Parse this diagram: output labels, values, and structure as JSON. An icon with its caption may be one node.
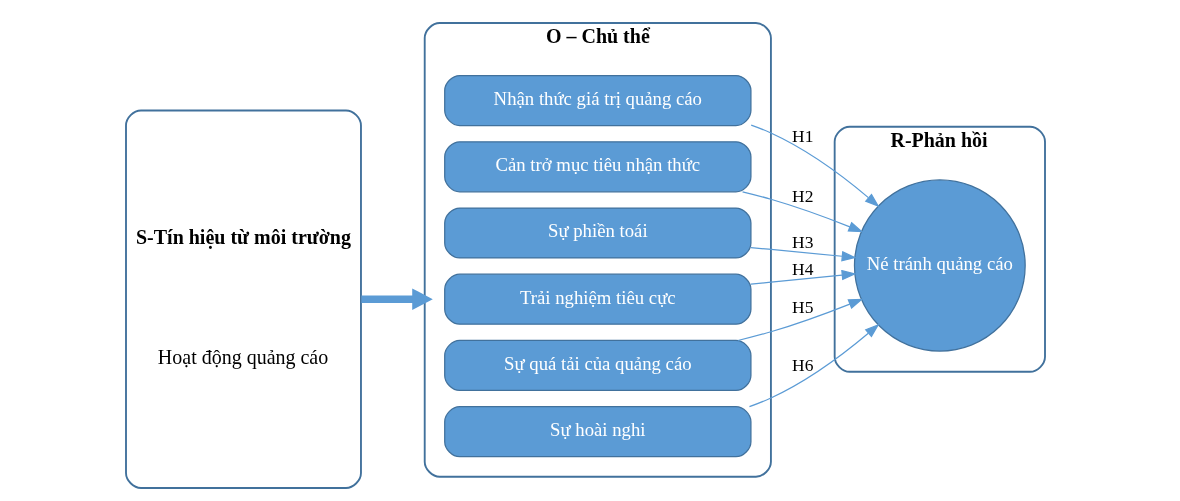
{
  "diagram": {
    "nodes": [
      {
        "text": [
          "S-Tín hiệu từ môi trường",
          "Hoạt động quảng cáo"
        ]
      },
      {
        "text": [
          "O – Chủ thể"
        ]
      },
      {
        "text": [
          "Nhận thức giá trị quảng cáo"
        ],
        "in": 1
      },
      {
        "text": [
          "Cản trở mục tiêu nhận thức"
        ],
        "in": 1
      },
      {
        "text": [
          "Sự phiền toái"
        ],
        "in": 1
      },
      {
        "text": [
          "Trải nghiệm tiêu cực"
        ],
        "in": 1
      },
      {
        "text": [
          "Sự quá tải của quảng cáo"
        ],
        "in": 1
      },
      {
        "text": [
          "Sự hoài nghi"
        ],
        "in": 1
      },
      {
        "text": [
          "R-Phản hồi"
        ]
      },
      {
        "text": [
          "Né tránh quảng cáo"
        ],
        "in": 8
      }
    ],
    "edges": [
      {
        "from": 0,
        "to": 1,
        "arrow": "to",
        "style": "thick"
      },
      {
        "from": 2,
        "to": 9,
        "arrow": "to",
        "label": "H1"
      },
      {
        "from": 3,
        "to": 9,
        "arrow": "to",
        "label": "H2"
      },
      {
        "from": 4,
        "to": 9,
        "arrow": "to",
        "label": "H3"
      },
      {
        "from": 5,
        "to": 9,
        "arrow": "to",
        "label": "H4"
      },
      {
        "from": 6,
        "to": 9,
        "arrow": "to",
        "label": "H5"
      },
      {
        "from": 7,
        "to": 9,
        "arrow": "to",
        "label": "H6"
      }
    ]
  }
}
